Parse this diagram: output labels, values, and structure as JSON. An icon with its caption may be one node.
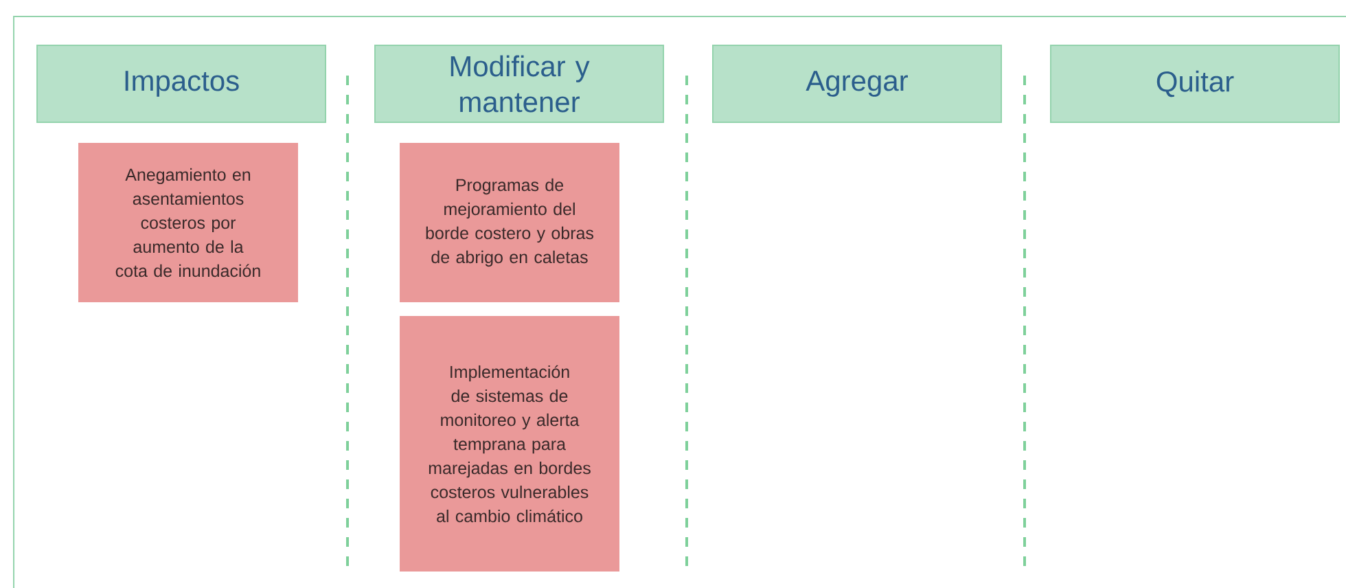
{
  "diagram": {
    "nodes": [
      {
        "text": [
          "Impactos"
        ]
      },
      {
        "text": [
          "Modificar y mantener"
        ]
      },
      {
        "text": [
          "Agregar"
        ]
      },
      {
        "text": [
          "Quitar"
        ]
      },
      {
        "text": [
          "Anegamiento en asentamientos costeros por aumento de la cota de inundación"
        ]
      },
      {
        "text": [
          "Programas de mejoramiento del borde costero y obras de abrigo en caletas"
        ]
      },
      {
        "text": [
          "Implementación de sistemas de monitoreo y alerta temprana para marejadas en bordes costeros vulnerables al cambio climático"
        ]
      }
    ]
  }
}
